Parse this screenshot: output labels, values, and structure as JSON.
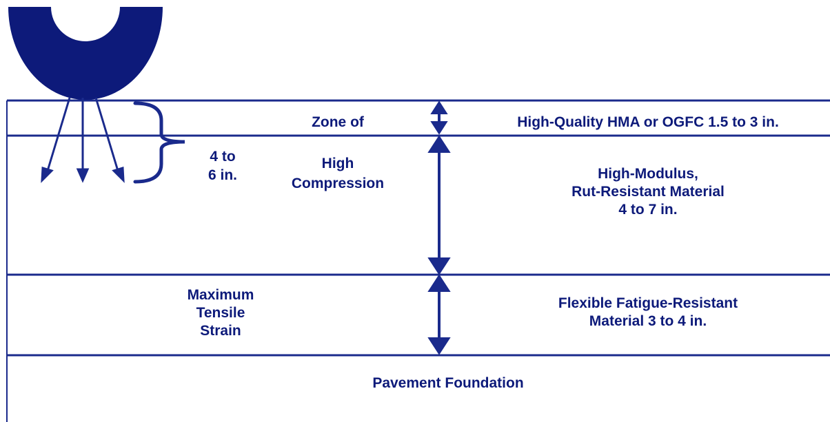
{
  "colors": {
    "ink": "#0d1a7a",
    "line": "#1a2a8c",
    "background": "#ffffff"
  },
  "icons": {
    "tire": "tire-cross-section-icon",
    "load_arrows": "downward-load-arrow-icons",
    "brace": "curly-brace-icon",
    "dimension_arrows": "double-headed-arrow-icons"
  },
  "labels": {
    "zone_of": "Zone of",
    "depth_line1": "4 to",
    "depth_line2": "6 in.",
    "high_compression_line1": "High",
    "high_compression_line2": "Compression",
    "max_strain_line1": "Maximum",
    "max_strain_line2": "Tensile",
    "max_strain_line3": "Strain"
  },
  "layers": [
    {
      "label": "High-Quality HMA or OGFC 1.5 to 3 in."
    },
    {
      "label_line1": "High-Modulus,",
      "label_line2": "Rut-Resistant Material",
      "label_line3": "4 to 7 in."
    },
    {
      "label_line1": "Flexible Fatigue-Resistant",
      "label_line2": "Material 3 to 4 in."
    },
    {
      "label": "Pavement Foundation"
    }
  ]
}
